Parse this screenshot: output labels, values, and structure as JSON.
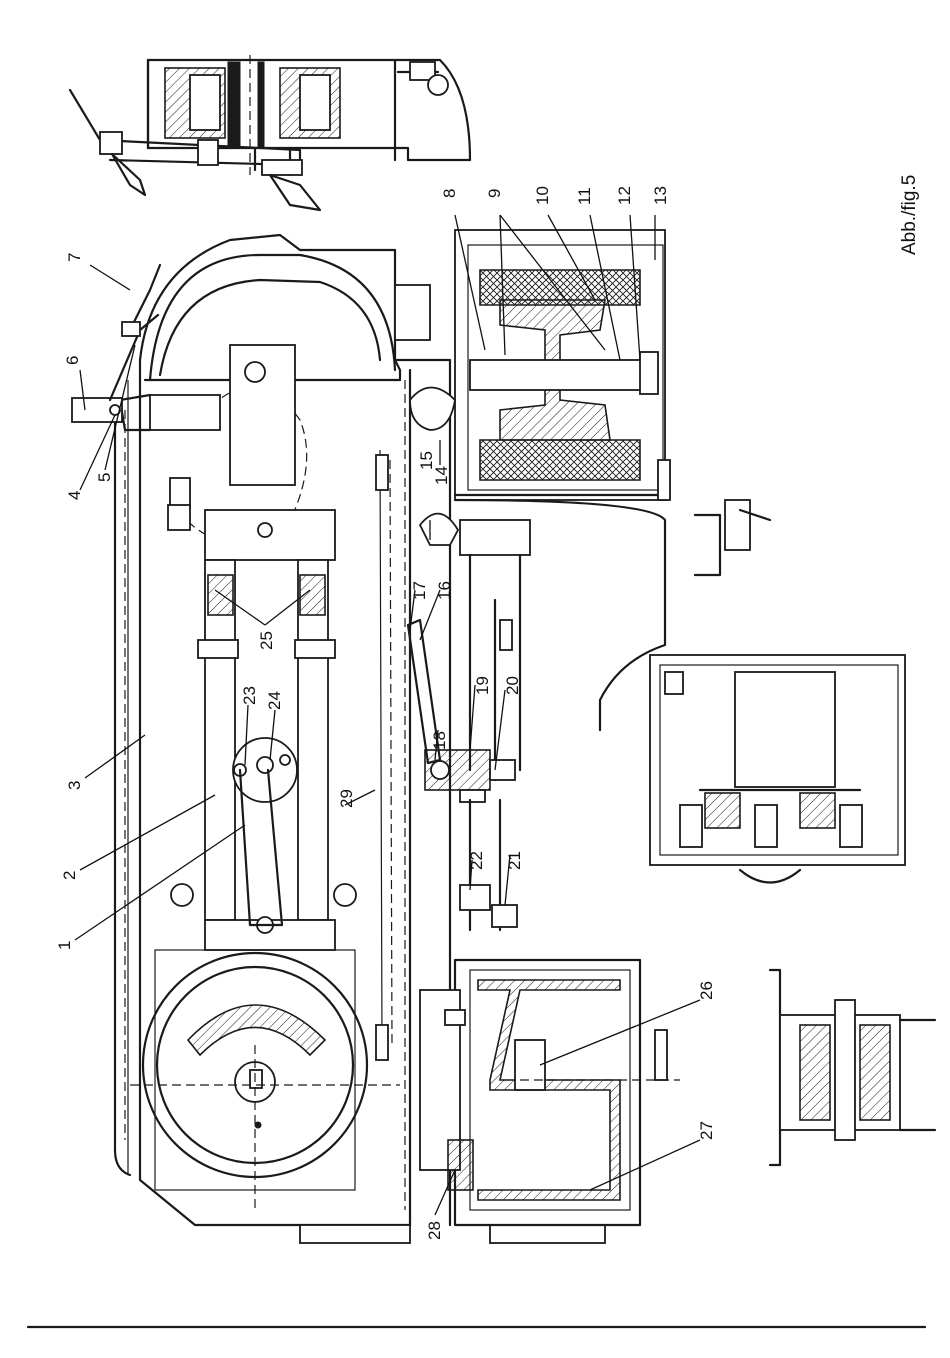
{
  "figure_label": "Abb./fig.5",
  "callouts": [
    {
      "id": "c1",
      "text": "1"
    },
    {
      "id": "c2",
      "text": "2"
    },
    {
      "id": "c3",
      "text": "3"
    },
    {
      "id": "c4",
      "text": "4"
    },
    {
      "id": "c5",
      "text": "5"
    },
    {
      "id": "c6",
      "text": "6"
    },
    {
      "id": "c7",
      "text": "7"
    },
    {
      "id": "c8",
      "text": "8"
    },
    {
      "id": "c9",
      "text": "9"
    },
    {
      "id": "c10",
      "text": "10"
    },
    {
      "id": "c11",
      "text": "11"
    },
    {
      "id": "c12",
      "text": "12"
    },
    {
      "id": "c13",
      "text": "13"
    },
    {
      "id": "c14",
      "text": "14"
    },
    {
      "id": "c15",
      "text": "15"
    },
    {
      "id": "c16",
      "text": "16"
    },
    {
      "id": "c17",
      "text": "17"
    },
    {
      "id": "c18",
      "text": "18"
    },
    {
      "id": "c19",
      "text": "19"
    },
    {
      "id": "c20",
      "text": "20"
    },
    {
      "id": "c21",
      "text": "21"
    },
    {
      "id": "c22",
      "text": "22"
    },
    {
      "id": "c23",
      "text": "23"
    },
    {
      "id": "c24",
      "text": "24"
    },
    {
      "id": "c25",
      "text": "25"
    },
    {
      "id": "c26",
      "text": "26"
    },
    {
      "id": "c27",
      "text": "27"
    },
    {
      "id": "c28",
      "text": "28"
    },
    {
      "id": "c29",
      "text": "29"
    }
  ]
}
